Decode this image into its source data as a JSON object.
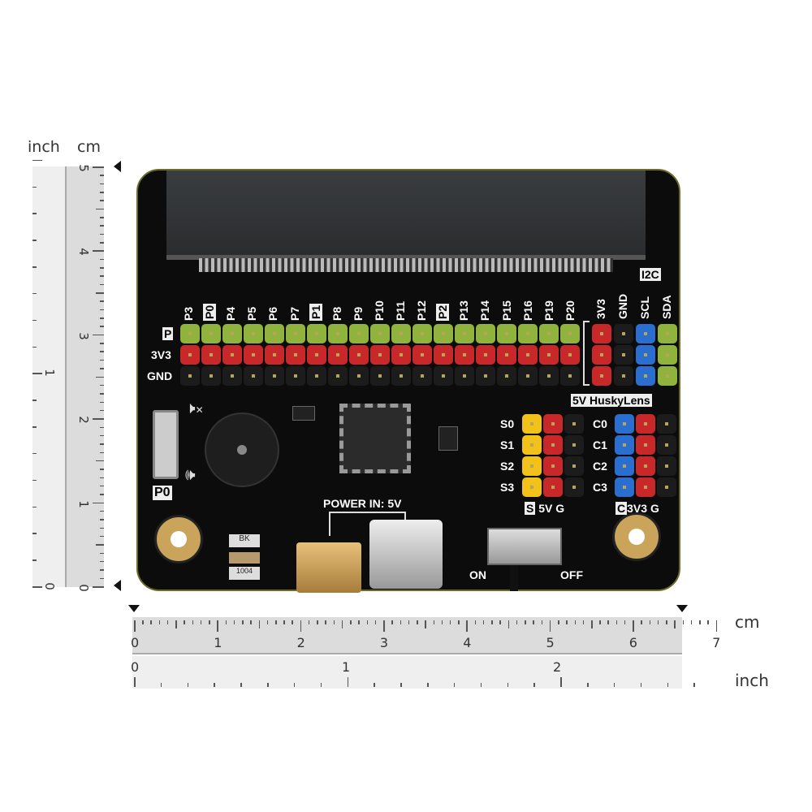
{
  "rulers": {
    "left": {
      "inch_label": "inch",
      "cm_label": "cm",
      "cm_ticks": [
        "0",
        "1",
        "2",
        "3",
        "4",
        "5"
      ],
      "inch_ticks": [
        "0",
        "1"
      ]
    },
    "bottom": {
      "cm_label": "cm",
      "inch_label": "inch",
      "cm_ticks": [
        "0",
        "1",
        "2",
        "3",
        "4",
        "5",
        "6",
        "7"
      ],
      "inch_ticks": [
        "0",
        "1",
        "2"
      ]
    }
  },
  "board": {
    "pin_labels": [
      "P3",
      "P0",
      "P4",
      "P5",
      "P6",
      "P7",
      "P1",
      "P8",
      "P9",
      "P10",
      "P11",
      "P12",
      "P2",
      "P13",
      "P14",
      "P15",
      "P16",
      "P19",
      "P20"
    ],
    "boxed_pins": [
      "P0",
      "P1",
      "P2"
    ],
    "row_labels": [
      "P",
      "3V3",
      "GND"
    ],
    "i2c": {
      "title": "I2C",
      "labels": [
        "3V3",
        "GND",
        "SCL",
        "SDA"
      ],
      "footer": "5V HuskyLens"
    },
    "servo": {
      "labels": [
        "S0",
        "S1",
        "S2",
        "S3"
      ],
      "footer_box": "S",
      "footer": [
        "5V",
        "G"
      ]
    },
    "ctrl": {
      "labels": [
        "C0",
        "C1",
        "C2",
        "C3"
      ],
      "footer_box": "C",
      "footer": [
        "3V3",
        "G"
      ]
    },
    "buzzer_switch_label": "P0",
    "power_label": "POWER IN: 5V",
    "switch_on": "ON",
    "switch_off": "OFF",
    "resistor_labels": [
      "BK",
      "1004"
    ],
    "colors": {
      "green": "#8fb33c",
      "red": "#c8282a",
      "black": "#1c1c1c",
      "yellow": "#f2c21a",
      "blue": "#2a6fd0"
    }
  }
}
